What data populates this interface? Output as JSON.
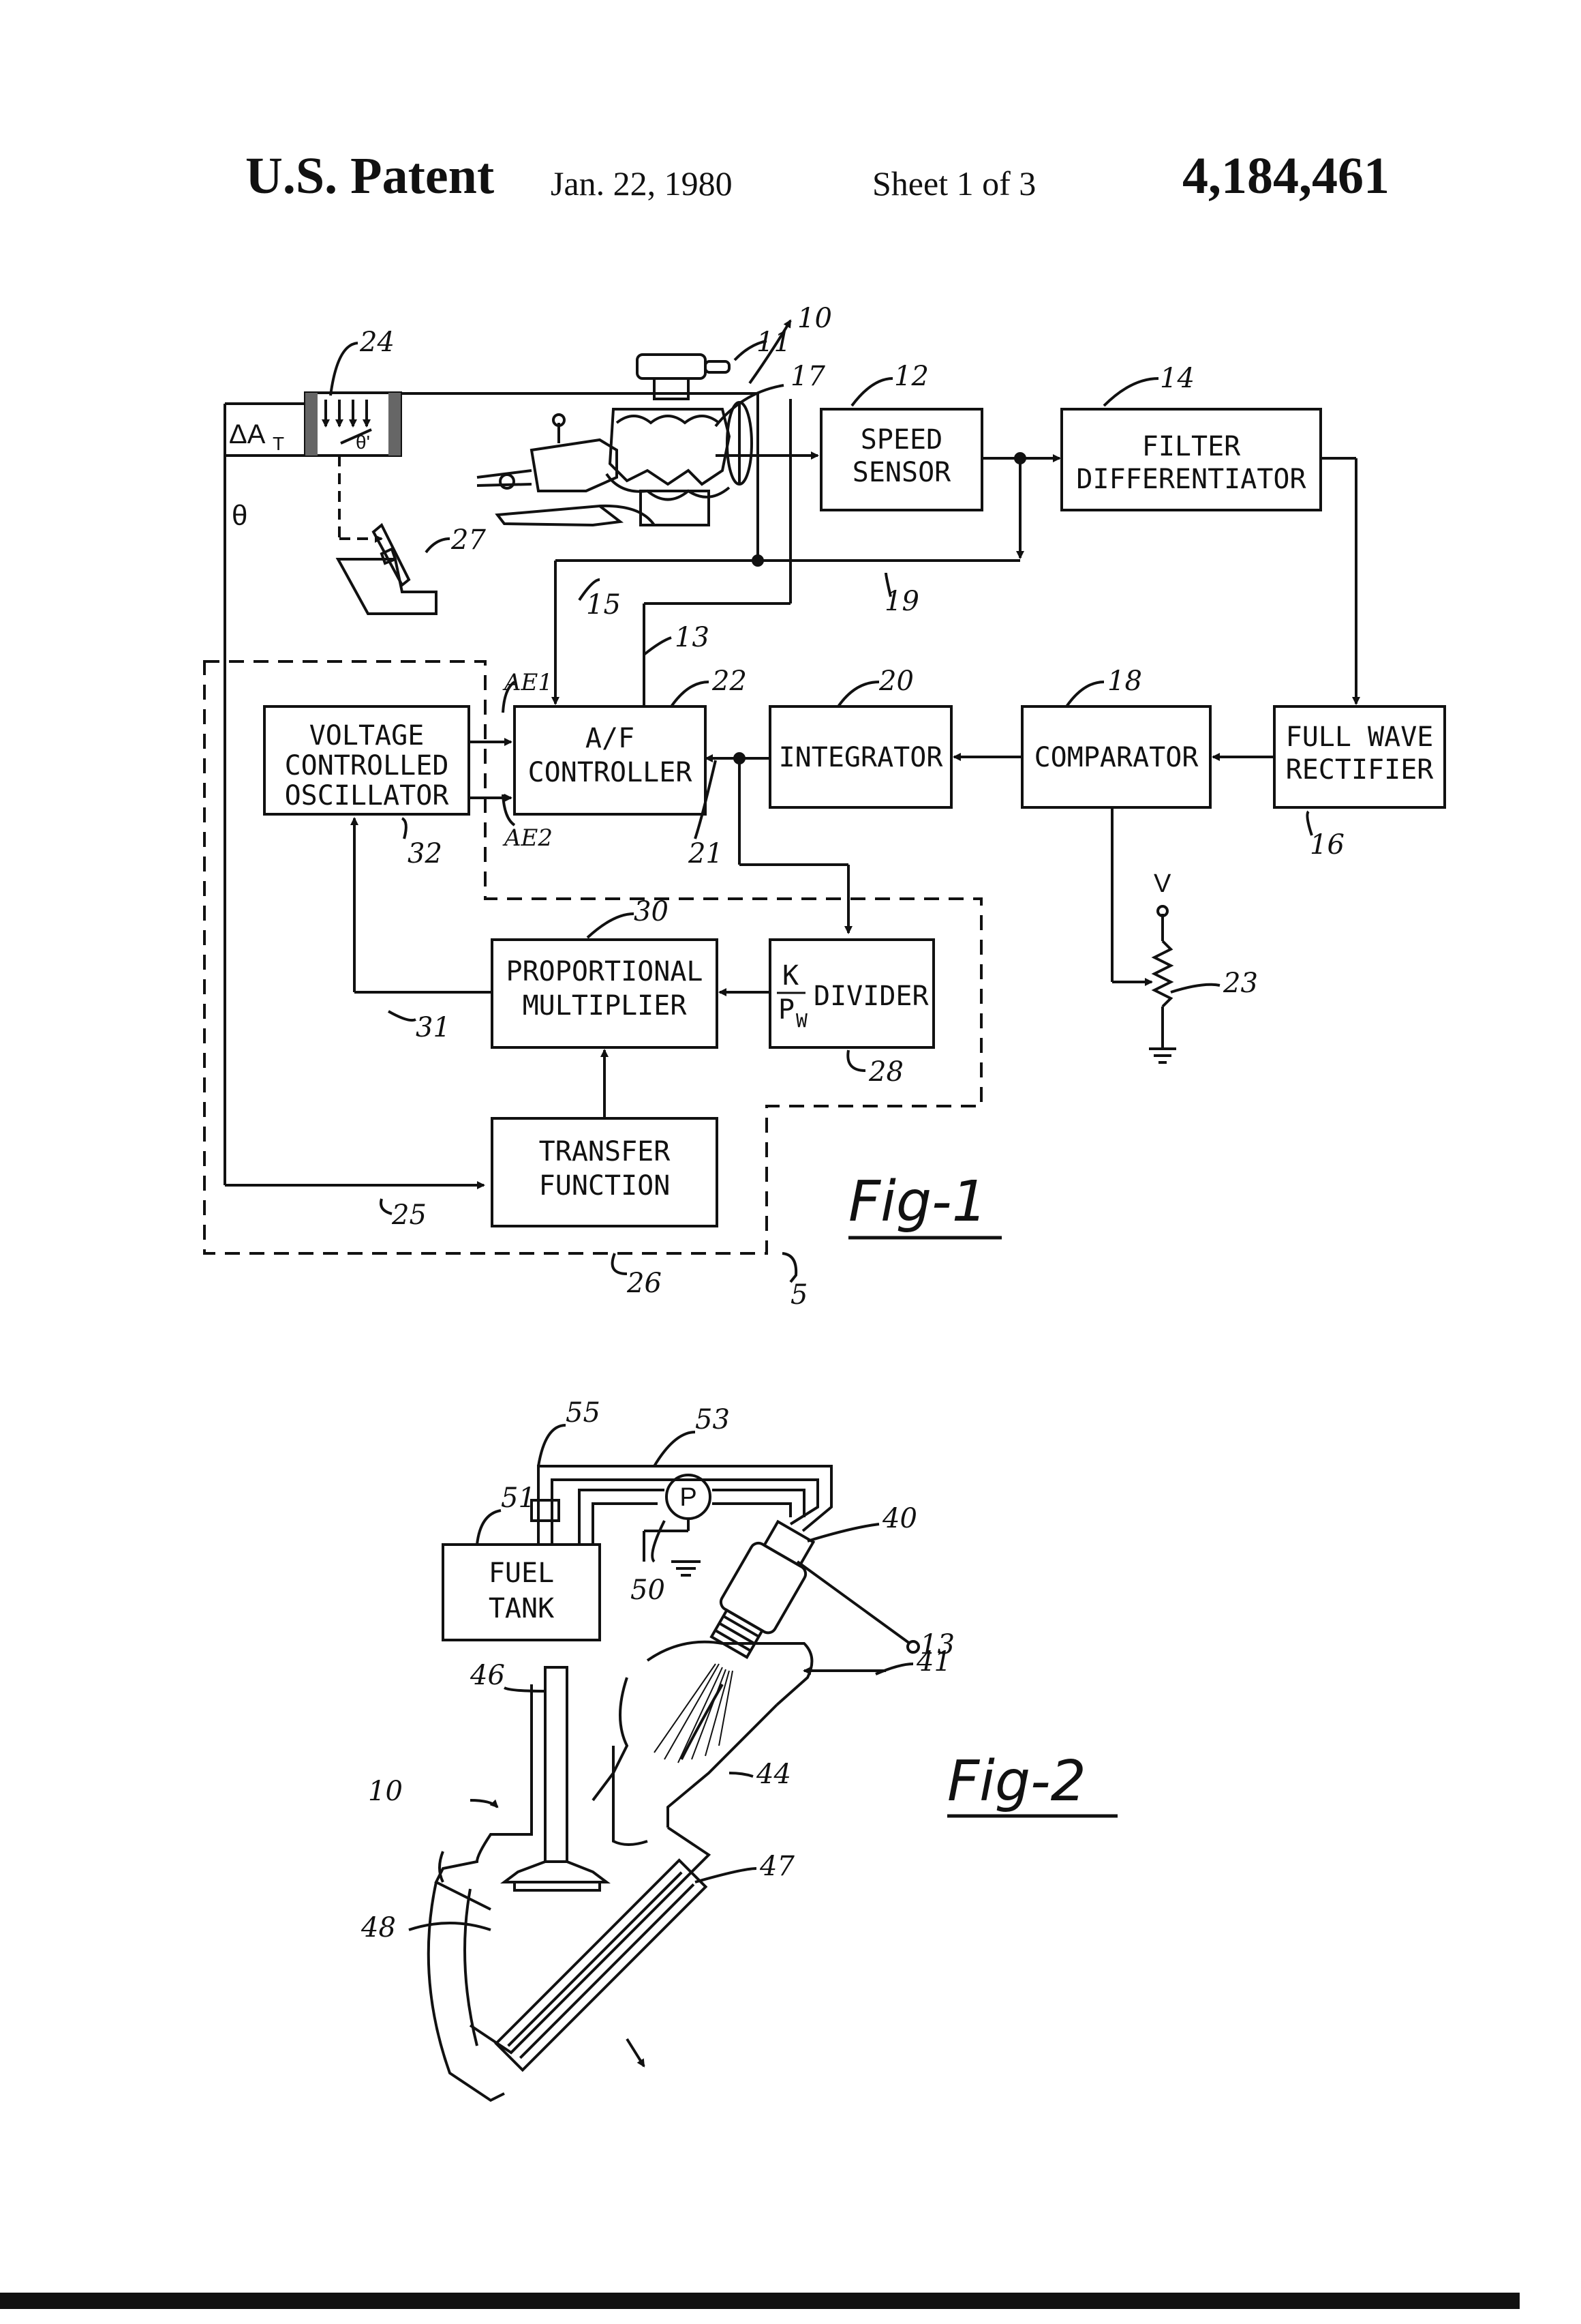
{
  "header": {
    "title": "U.S. Patent",
    "date": "Jan. 22, 1980",
    "sheet": "Sheet 1 of 3",
    "number": "4,184,461"
  },
  "fig1": {
    "label": "Fig-1",
    "blocks": {
      "speed_sensor": [
        "SPEED",
        "SENSOR"
      ],
      "filter_differentiator": [
        "FILTER",
        "DIFFERENTIATOR"
      ],
      "full_wave_rectifier": [
        "FULL WAVE",
        "RECTIFIER"
      ],
      "comparator": [
        "COMPARATOR"
      ],
      "integrator": [
        "INTEGRATOR"
      ],
      "af_controller": [
        "A/F",
        "CONTROLLER"
      ],
      "vco": [
        "VOLTAGE",
        "CONTROLLED",
        "OSCILLATOR"
      ],
      "proportional_multiplier": [
        "PROPORTIONAL",
        "MULTIPLIER"
      ],
      "divider": {
        "k": "K",
        "pw": "P",
        "pw_sub": "W",
        "text": "DIVIDER"
      },
      "transfer_function": [
        "TRANSFER",
        "FUNCTION"
      ]
    },
    "labels": {
      "delta_a": "ΔA",
      "delta_a_sub": "T",
      "theta": "θ",
      "theta_prime": "θ'",
      "ae1": "AE1",
      "ae2": "AE2",
      "v": "V"
    },
    "refs": {
      "r10": "10",
      "r11": "11",
      "r17": "17",
      "r12": "12",
      "r14": "14",
      "r24": "24",
      "r27": "27",
      "r15": "15",
      "r13": "13",
      "r19": "19",
      "r22": "22",
      "r20": "20",
      "r18": "18",
      "r21": "21",
      "r32": "32",
      "r16": "16",
      "r23": "23",
      "r30": "30",
      "r31": "31",
      "r28": "28",
      "r25": "25",
      "r26": "26",
      "r5": "5"
    }
  },
  "fig2": {
    "label": "Fig-2",
    "fuel_tank": [
      "FUEL",
      "TANK"
    ],
    "pump": "P",
    "refs": {
      "r55": "55",
      "r53": "53",
      "r51": "51",
      "r40": "40",
      "r50": "50",
      "r13": "13",
      "r41": "41",
      "r46": "46",
      "r10": "10",
      "r44": "44",
      "r47": "47",
      "r48": "48"
    }
  }
}
